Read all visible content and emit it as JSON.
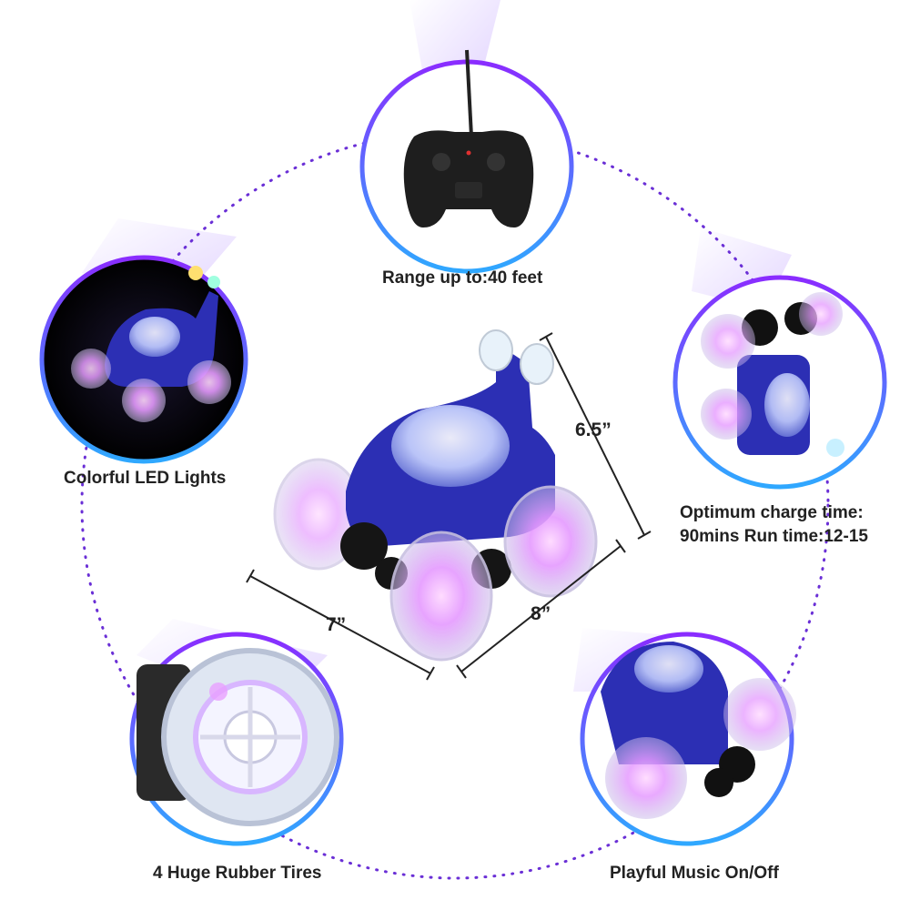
{
  "features": [
    {
      "id": "remote",
      "label": "Range up to:40 feet"
    },
    {
      "id": "led",
      "label": "Colorful LED Lights"
    },
    {
      "id": "charge",
      "label_line1": "Optimum charge time:",
      "label_line2": "90mins Run time:12-15"
    },
    {
      "id": "tires",
      "label": "4 Huge Rubber Tires"
    },
    {
      "id": "music",
      "label": "Playful Music On/Off"
    }
  ],
  "dimensions": {
    "height": "6.5”",
    "length": "7”",
    "width": "8”"
  },
  "colors": {
    "accent_purple": "#7b3cff",
    "accent_blue": "#3b7dff",
    "dotted_line": "#6a2fd6",
    "car_body": "#2c2fb4",
    "wheel_glow": "#e7a8ff"
  }
}
